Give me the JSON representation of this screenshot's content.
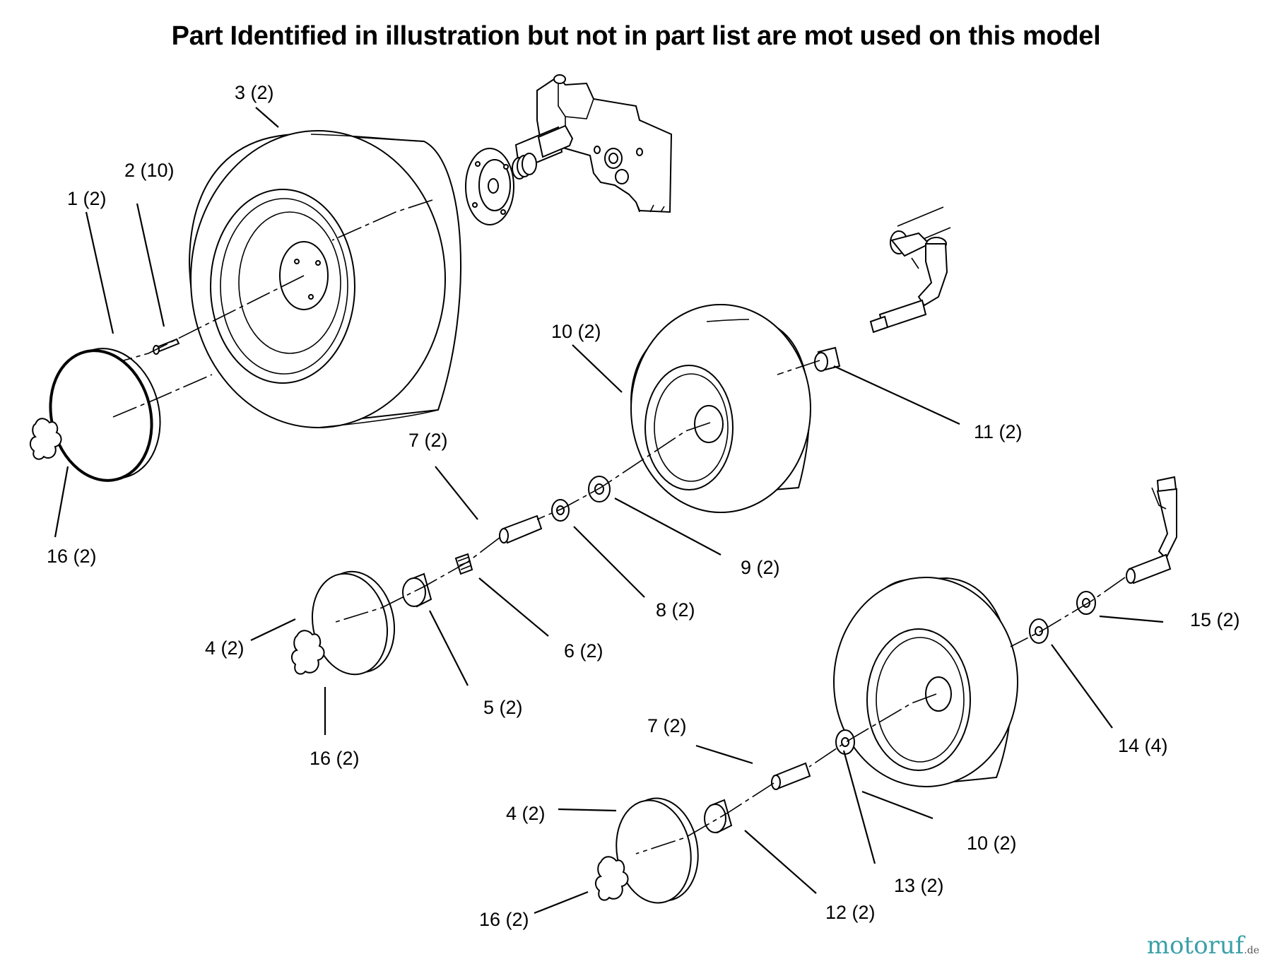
{
  "title": "Part Identified in illustration but not in part list are mot used on this model",
  "callouts": [
    {
      "id": "c-3-2",
      "text": "3 (2)"
    },
    {
      "id": "c-2-10",
      "text": "2 (10)"
    },
    {
      "id": "c-1-2",
      "text": "1 (2)"
    },
    {
      "id": "c-10-2a",
      "text": "10 (2)"
    },
    {
      "id": "c-11-2",
      "text": "11 (2)"
    },
    {
      "id": "c-7-2a",
      "text": "7 (2)"
    },
    {
      "id": "c-16-2a",
      "text": "16 (2)"
    },
    {
      "id": "c-9-2",
      "text": "9 (2)"
    },
    {
      "id": "c-8-2",
      "text": "8 (2)"
    },
    {
      "id": "c-4-2a",
      "text": "4 (2)"
    },
    {
      "id": "c-6-2",
      "text": "6 (2)"
    },
    {
      "id": "c-15-2",
      "text": "15 (2)"
    },
    {
      "id": "c-5-2",
      "text": "5 (2)"
    },
    {
      "id": "c-16-2b",
      "text": "16 (2)"
    },
    {
      "id": "c-14-4",
      "text": "14 (4)"
    },
    {
      "id": "c-7-2b",
      "text": "7 (2)"
    },
    {
      "id": "c-4-2b",
      "text": "4 (2)"
    },
    {
      "id": "c-10-2b",
      "text": "10 (2)"
    },
    {
      "id": "c-13-2",
      "text": "13 (2)"
    },
    {
      "id": "c-16-2c",
      "text": "16 (2)"
    },
    {
      "id": "c-12-2",
      "text": "12 (2)"
    }
  ],
  "watermark": {
    "text": "motoruf",
    "tld": ".de"
  }
}
